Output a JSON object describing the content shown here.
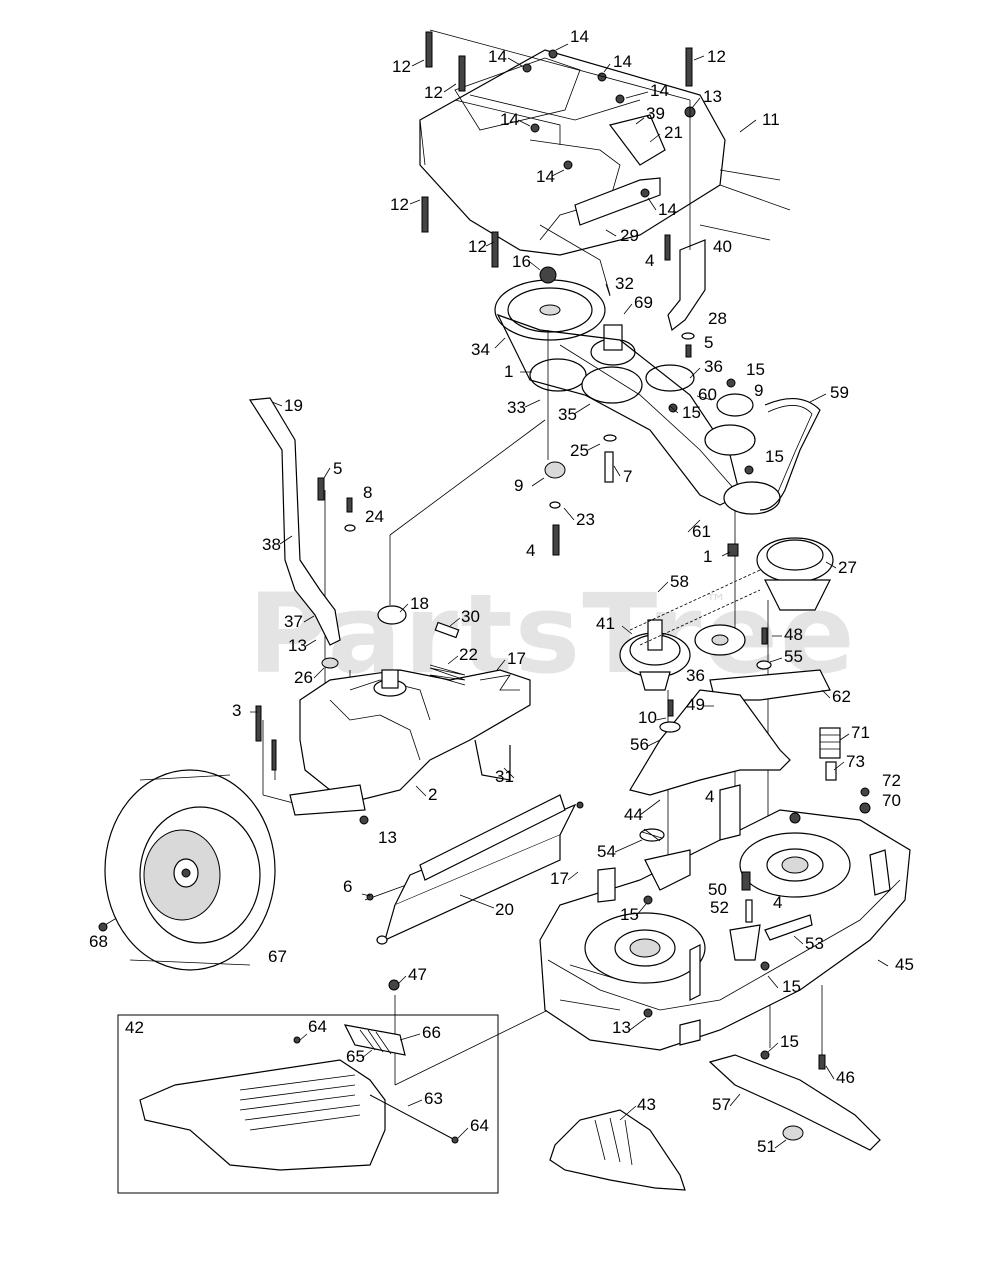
{
  "watermark": {
    "text": "PartsTree",
    "trademark": "™"
  },
  "inset": {
    "number": "42"
  },
  "callouts": {
    "c12a": "12",
    "c12b": "12",
    "c12c": "12",
    "c12d": "12",
    "c12e": "12",
    "c14a": "14",
    "c14b": "14",
    "c14c": "14",
    "c14d": "14",
    "c14e": "14",
    "c14f": "14",
    "c14g": "14",
    "c13a": "13",
    "c13b": "13",
    "c13c": "13",
    "c13d": "13",
    "c11": "11",
    "c39": "39",
    "c21": "21",
    "c29": "29",
    "c16": "16",
    "c4a": "4",
    "c4b": "4",
    "c4c": "4",
    "c4d": "4",
    "c40": "40",
    "c32": "32",
    "c69": "69",
    "c28": "28",
    "c5a": "5",
    "c5b": "5",
    "c34": "34",
    "c1a": "1",
    "c1b": "1",
    "c36a": "36",
    "c36b": "36",
    "c15a": "15",
    "c15b": "15",
    "c15c": "15",
    "c15d": "15",
    "c15e": "15",
    "c15f": "15",
    "c9a": "9",
    "c9b": "9",
    "c60": "60",
    "c59": "59",
    "c33": "33",
    "c35": "35",
    "c25": "25",
    "c7": "7",
    "c23": "23",
    "c61": "61",
    "c27": "27",
    "c19": "19",
    "c8": "8",
    "c24": "24",
    "c38": "38",
    "c37": "37",
    "c18": "18",
    "c30": "30",
    "c22": "22",
    "c17a": "17",
    "c17b": "17",
    "c26": "26",
    "c58": "58",
    "c41": "41",
    "c48": "48",
    "c55": "55",
    "c62": "62",
    "c3": "3",
    "c2": "2",
    "c31": "31",
    "c10": "10",
    "c49": "49",
    "c56": "56",
    "c71": "71",
    "c73": "73",
    "c72": "72",
    "c70": "70",
    "c44": "44",
    "c54": "54",
    "c6": "6",
    "c20": "20",
    "c50": "50",
    "c52": "52",
    "c53": "53",
    "c45": "45",
    "c68": "68",
    "c67": "67",
    "c47": "47",
    "c64a": "64",
    "c64b": "64",
    "c66": "66",
    "c65": "65",
    "c63": "63",
    "c46": "46",
    "c57": "57",
    "c43": "43",
    "c51": "51"
  }
}
